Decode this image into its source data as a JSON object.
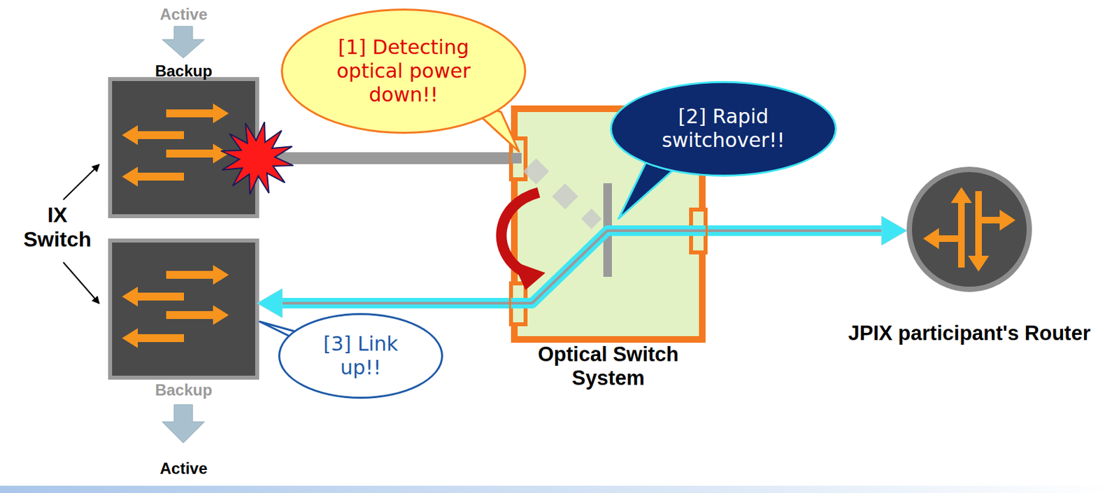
{
  "diagram": {
    "nodes": [
      {
        "text": [
          "Active",
          "Backup"
        ]
      },
      {
        "text": [
          "Backup",
          "Active"
        ]
      },
      {
        "text": [
          "Optical Switch System"
        ]
      },
      {
        "text": [
          "JPIX participant's Router"
        ]
      },
      {
        "text": [
          "[1] Detecting optical power down!!"
        ]
      },
      {
        "text": [
          "[2] Rapid switchover!!"
        ]
      },
      {
        "text": [
          "[3] Link up!!"
        ]
      }
    ],
    "edges": [
      {
        "from": 0,
        "to": 2,
        "arrow": "none"
      },
      {
        "from": 2,
        "to": 1,
        "arrow": "to"
      },
      {
        "from": 2,
        "to": 3,
        "arrow": "to"
      }
    ],
    "labels": [
      "IX Switch"
    ]
  }
}
